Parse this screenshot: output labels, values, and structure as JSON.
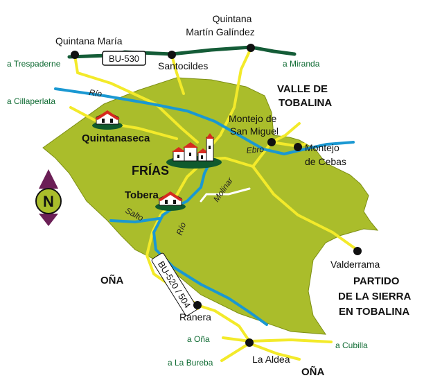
{
  "colors": {
    "territory": "#aabd2b",
    "territory_stroke": "#7d8f14",
    "road_local": "#f3ea2a",
    "road_main": "#145c37",
    "river": "#1a98d2",
    "molinar_stream": "#ffffff",
    "town_dot": "#111111",
    "compass_arrow": "#6b1f56",
    "compass_circle": "#aabd2b",
    "village_roof": "#d62a1f"
  },
  "towns": {
    "quintana_maria": "Quintana María",
    "quintana_martin_1": "Quintana",
    "quintana_martin_2": "Martín Galíndez",
    "santocildes": "Santocildes",
    "montejo_san_miguel_1": "Montejo de",
    "montejo_san_miguel_2": "San Miguel",
    "montejo_cebas_1": "Montejo",
    "montejo_cebas_2": "de Cebas",
    "valderrama": "Valderrama",
    "ranera": "Ranera",
    "la_aldea": "La Aldea"
  },
  "villages": {
    "frias": "FRÍAS",
    "quintanaseca": "Quintanaseca",
    "tobera": "Tobera"
  },
  "directions": {
    "trespaderne": "a Trespaderne",
    "miranda": "a Miranda",
    "cillaperlata": "a Cillaperlata",
    "ona": "a Oña",
    "la_bureba": "a La Bureba",
    "cubilla": "a Cubilla"
  },
  "regions": {
    "valle_1": "VALLE DE",
    "valle_2": "TOBALINA",
    "partido_1": "PARTIDO",
    "partido_2": "DE LA SIERRA",
    "partido_3": "EN TOBALINA",
    "ona_west": "OÑA",
    "ona_south": "OÑA"
  },
  "rivers": {
    "rio_north": "Río",
    "ebro": "Ebro",
    "molinar": "Molinar",
    "salto": "Salto",
    "rio_south": "Río"
  },
  "roads": {
    "bu530": "BU-530",
    "bu520": "BU-520 / 504"
  },
  "compass": {
    "letter": "N"
  }
}
